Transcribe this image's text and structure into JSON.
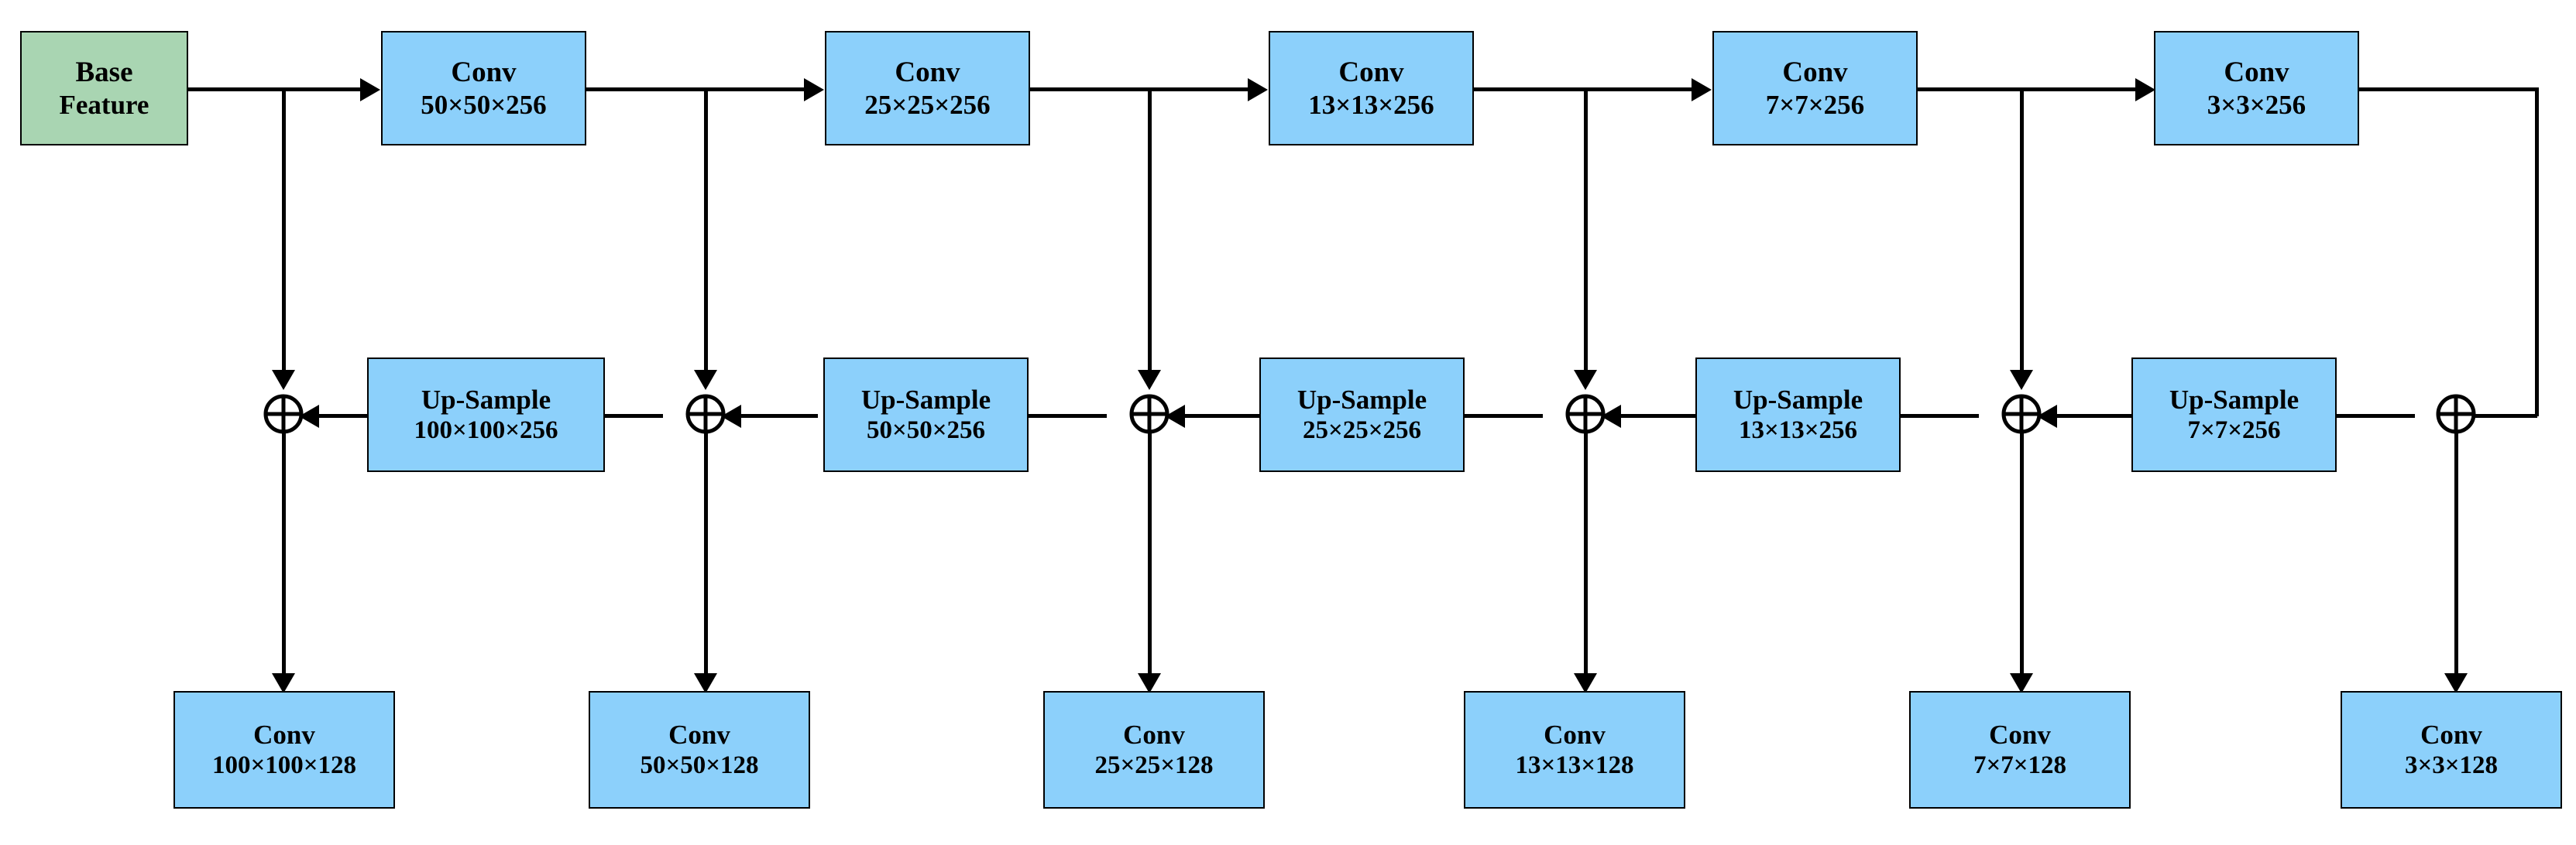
{
  "diagram": {
    "title": "Feature Pyramid Network (FPN) block diagram",
    "colors": {
      "input_fill": "#A9D5B2",
      "layer_fill": "#8CD0FB",
      "stroke": "#000000",
      "background": "#FFFFFF"
    },
    "input": {
      "line1": "Base",
      "line2": "Feature"
    },
    "encoder": [
      {
        "line1": "Conv",
        "line2": "50×50×256"
      },
      {
        "line1": "Conv",
        "line2": "25×25×256"
      },
      {
        "line1": "Conv",
        "line2": "13×13×256"
      },
      {
        "line1": "Conv",
        "line2": "7×7×256"
      },
      {
        "line1": "Conv",
        "line2": "3×3×256"
      }
    ],
    "upsample": [
      {
        "line1": "Up-Sample",
        "line2": "100×100×256"
      },
      {
        "line1": "Up-Sample",
        "line2": "50×50×256"
      },
      {
        "line1": "Up-Sample",
        "line2": "25×25×256"
      },
      {
        "line1": "Up-Sample",
        "line2": "13×13×256"
      },
      {
        "line1": "Up-Sample",
        "line2": "7×7×256"
      }
    ],
    "merge_symbol": "⊕",
    "merge_count": 6,
    "outputs": [
      {
        "line1": "Conv",
        "line2": "100×100×128"
      },
      {
        "line1": "Conv",
        "line2": "50×50×128"
      },
      {
        "line1": "Conv",
        "line2": "25×25×128"
      },
      {
        "line1": "Conv",
        "line2": "13×13×128"
      },
      {
        "line1": "Conv",
        "line2": "7×7×128"
      },
      {
        "line1": "Conv",
        "line2": "3×3×128"
      }
    ]
  }
}
